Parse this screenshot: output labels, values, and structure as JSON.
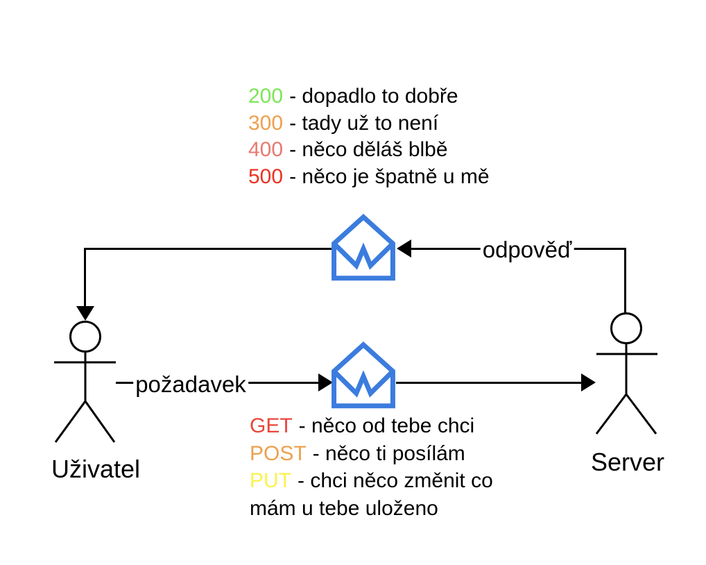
{
  "colors": {
    "envelope": "#3b7cde",
    "line": "#000000",
    "background": "#ffffff"
  },
  "status_legend": {
    "lines": [
      {
        "code": "200",
        "color": "#7de556",
        "text": "- dopadlo to dobře"
      },
      {
        "code": "300",
        "color": "#eda04e",
        "text": "- tady už to není"
      },
      {
        "code": "400",
        "color": "#e87970",
        "text": "- něco děláš blbě"
      },
      {
        "code": "500",
        "color": "#ea3323",
        "text": "- něco je špatně u mě"
      }
    ]
  },
  "method_legend": {
    "lines": [
      {
        "code": "GET",
        "color": "#e8463a",
        "text": "- něco od tebe chci"
      },
      {
        "code": "POST",
        "color": "#eda04e",
        "text": "- něco ti posílám"
      },
      {
        "code": "PUT",
        "color": "#faf24e",
        "text": "- chci něco změnit co"
      }
    ],
    "continuation": "mám u tebe uloženo"
  },
  "arrows": {
    "response_label": "odpověď",
    "request_label": "požadavek"
  },
  "actors": {
    "user_label": "Uživatel",
    "server_label": "Server"
  },
  "icons": {
    "envelope_semantic": "open-envelope-icon"
  }
}
